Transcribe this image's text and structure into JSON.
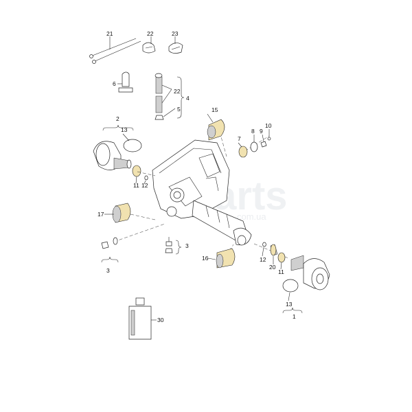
{
  "watermark": {
    "brand": "Xparts",
    "domain": "com.ua"
  },
  "callouts": {
    "c1": "1",
    "c2": "2",
    "c3a": "3",
    "c3b": "3",
    "c4": "4",
    "c5": "5",
    "c6": "6",
    "c7": "7",
    "c8": "8",
    "c9": "9",
    "c10": "10",
    "c11a": "11",
    "c11b": "11",
    "c12a": "12",
    "c12b": "12",
    "c13a": "13",
    "c13b": "13",
    "c15": "15",
    "c16": "16",
    "c17": "17",
    "c20": "20",
    "c21": "21",
    "c22a": "22",
    "c22b": "22",
    "c23": "23",
    "c30": "30"
  }
}
